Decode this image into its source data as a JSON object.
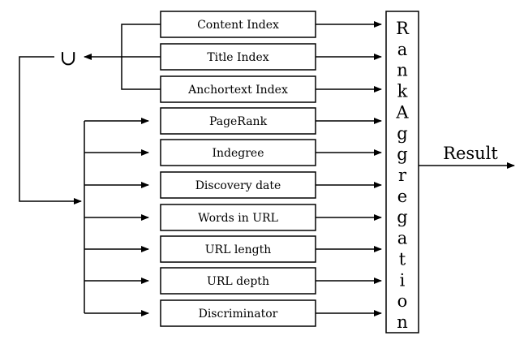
{
  "diagram": {
    "index_boxes": [
      "Content Index",
      "Title Index",
      "Anchortext Index"
    ],
    "feature_boxes": [
      "PageRank",
      "Indegree",
      "Discovery date",
      "Words in URL",
      "URL length",
      "URL depth",
      "Discriminator"
    ],
    "union_symbol": "∪",
    "aggregation_label": "Rank Aggregation",
    "result_label": "Result",
    "colors": {
      "stroke": "#000000",
      "background": "#ffffff"
    }
  }
}
